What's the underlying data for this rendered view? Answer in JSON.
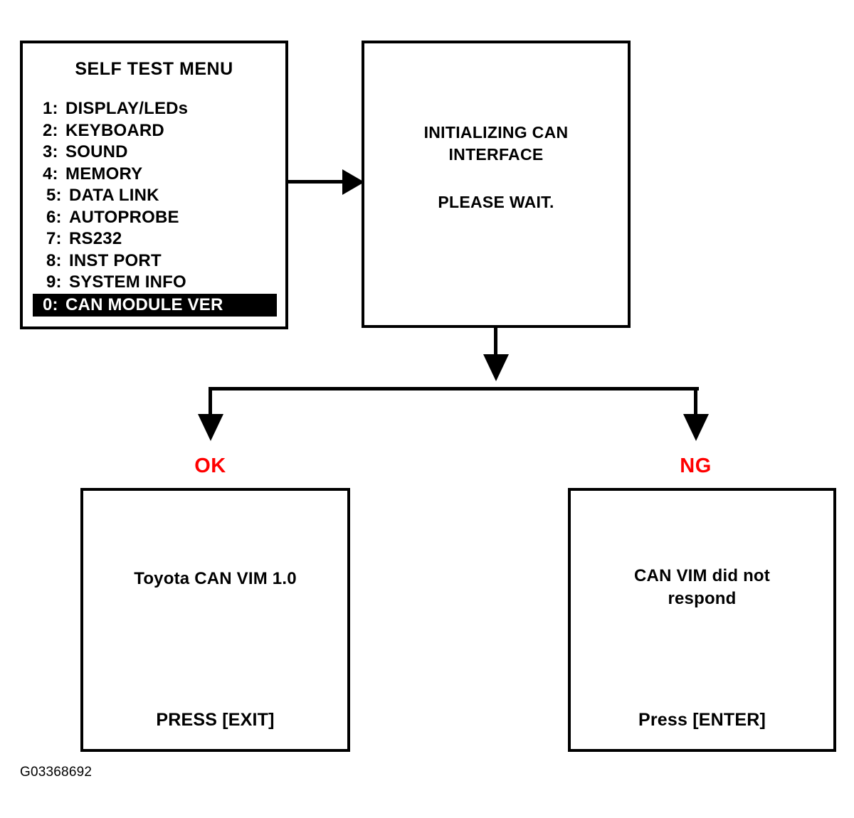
{
  "colors": {
    "ink": "#000000",
    "paper": "#ffffff",
    "branch_accent": "#ff0000"
  },
  "menu_screen": {
    "title": "SELF TEST MENU",
    "items": [
      {
        "key": "1:",
        "label": "DISPLAY/LEDs",
        "selected": false
      },
      {
        "key": "2:",
        "label": "KEYBOARD",
        "selected": false
      },
      {
        "key": "3:",
        "label": "SOUND",
        "selected": false
      },
      {
        "key": "4:",
        "label": "MEMORY",
        "selected": false
      },
      {
        "key": "5:",
        "label": "DATA LINK",
        "selected": false
      },
      {
        "key": "6:",
        "label": "AUTOPROBE",
        "selected": false
      },
      {
        "key": "7:",
        "label": "RS232",
        "selected": false
      },
      {
        "key": "8:",
        "label": "INST PORT",
        "selected": false
      },
      {
        "key": "9:",
        "label": "SYSTEM INFO",
        "selected": false
      },
      {
        "key": "0:",
        "label": "CAN MODULE VER",
        "selected": true
      }
    ]
  },
  "init_screen": {
    "line1": "INITIALIZING CAN",
    "line2": "INTERFACE",
    "wait": "PLEASE WAIT."
  },
  "branches": {
    "ok_label": "OK",
    "ng_label": "NG"
  },
  "ok_screen": {
    "message": "Toyota CAN VIM 1.0",
    "prompt": "PRESS [EXIT]"
  },
  "ng_screen": {
    "message_line1": "CAN VIM did not",
    "message_line2": "respond",
    "prompt": "Press [ENTER]"
  },
  "caption": "G03368692"
}
